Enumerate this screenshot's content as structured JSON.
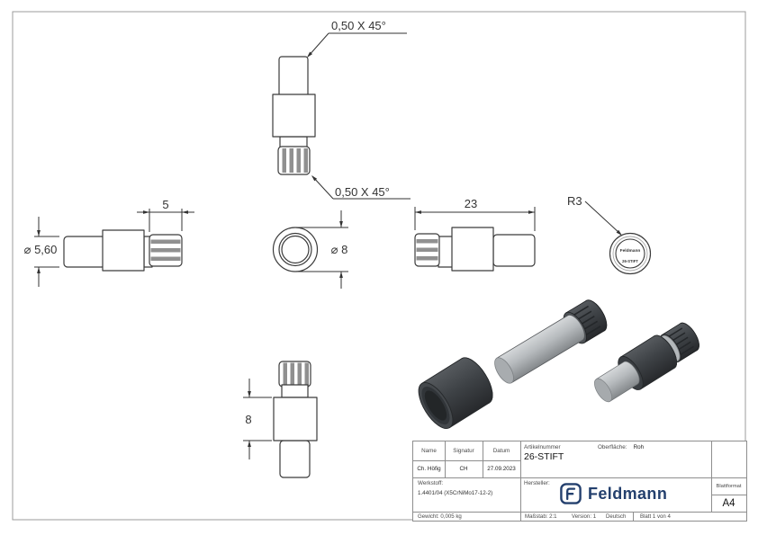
{
  "dimensions": {
    "chamfer_top": "0,50 X 45°",
    "chamfer_bottom": "0,50 X 45°",
    "knurl_length": "5",
    "shaft_diameter": "⌀ 5,60",
    "collar_diameter": "⌀ 8",
    "overall_length": "23",
    "stamp_radius": "R3",
    "collar_length": "8"
  },
  "stamp": {
    "brand": "Feldmann",
    "article": "26-STIFT"
  },
  "title_block": {
    "name_label": "Name",
    "signature_label": "Signatur",
    "date_label": "Datum",
    "name": "Ch. Höfig",
    "signature": "CH",
    "date": "27.09.2023",
    "article_label": "Artikelnummer",
    "article_number": "26-STIFT",
    "surface_label": "Oberfläche:",
    "surface_value": "Roh",
    "material_label": "Werkstoff:",
    "material_value": "1.4401/04 (X5CrNiMo17-12-2)",
    "manufacturer_label": "Hersteller:",
    "brand_name": "Feldmann",
    "format_label": "Blattformat",
    "format_value": "A4",
    "weight": "Gewicht: 0,005 kg",
    "scale": "Maßstab: 2:1",
    "version": "Version: 1",
    "language": "Deutsch",
    "sheet": "Blatt 1 von 4"
  }
}
